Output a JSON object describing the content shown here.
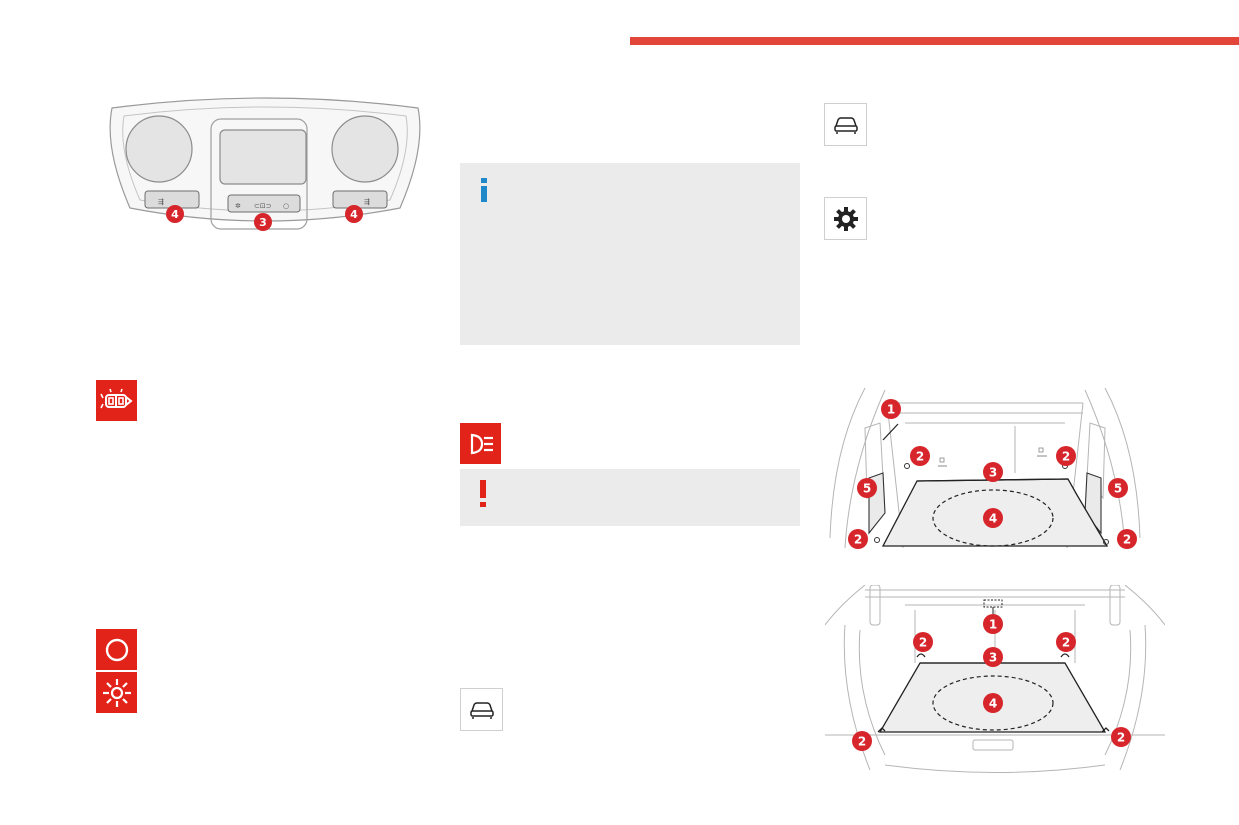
{
  "colors": {
    "accent_red": "#e2453a",
    "callout_red": "#d6262b",
    "icon_red": "#e2231a",
    "info_blue": "#1e88c9",
    "panel_grey": "#ebebeb"
  },
  "icons": {
    "interior_light_auto": "car-doors-open-icon",
    "light_off": "circle-off-icon",
    "light_on": "sun-light-icon",
    "lighting_warning": "headlamp-icon",
    "vehicle_menu": "car-icon",
    "settings_menu": "gear-icon",
    "info": "info-icon",
    "warning": "exclamation-icon"
  },
  "ceiling_diagram": {
    "callouts": [
      "4",
      "3",
      "4"
    ]
  },
  "boot_diagram_upper": {
    "callouts": [
      "1",
      "2",
      "2",
      "3",
      "5",
      "4",
      "5",
      "2",
      "2"
    ]
  },
  "boot_diagram_lower": {
    "callouts": [
      "1",
      "2",
      "2",
      "3",
      "4",
      "2",
      "2"
    ]
  }
}
